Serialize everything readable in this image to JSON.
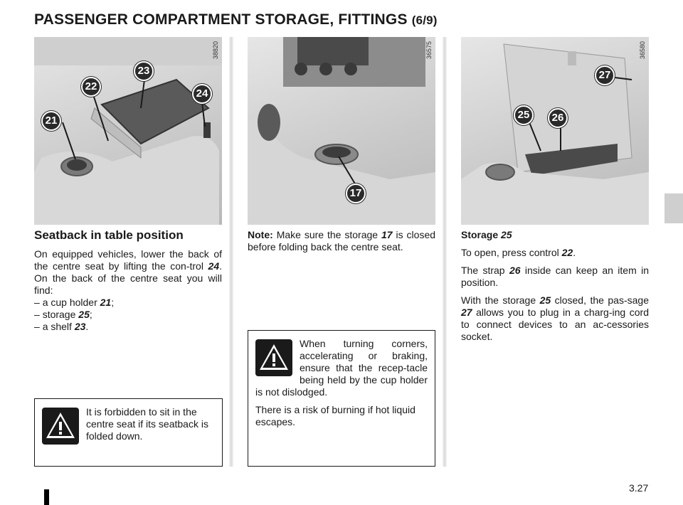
{
  "header": {
    "title": "PASSENGER COMPARTMENT STORAGE, FITTINGS",
    "title_suffix": "(6/9)"
  },
  "figures": [
    {
      "ref": "38820",
      "callouts": [
        "21",
        "22",
        "23",
        "24"
      ]
    },
    {
      "ref": "36575",
      "callouts": [
        "17"
      ]
    },
    {
      "ref": "36580",
      "callouts": [
        "25",
        "26",
        "27"
      ]
    }
  ],
  "left": {
    "heading": "Seatback in table position",
    "intro_a": "On equipped vehicles, lower the back of the centre seat by lifting the con-trol ",
    "intro_ref": "24",
    "intro_b": ". On the back of the centre seat you will find:",
    "items": [
      {
        "label": "a cup holder ",
        "ref": "21",
        "end": ";"
      },
      {
        "label": "storage ",
        "ref": "25",
        "end": ";"
      },
      {
        "label": "a shelf ",
        "ref": "23",
        "end": "."
      }
    ],
    "warning": "It is forbidden to sit in the centre seat if its seatback is folded down."
  },
  "middle": {
    "note_label": "Note:",
    "note_a": " Make sure the storage ",
    "note_ref": "17",
    "note_b": " is closed before folding back the centre seat.",
    "warning_1": "When turning corners, accelerating or braking, ensure that the recep-tacle being held by the cup holder is not dislodged.",
    "warning_2": "There is a risk of burning if hot liquid escapes."
  },
  "right": {
    "storage_label": "Storage ",
    "storage_ref": "25",
    "p1_a": "To open, press control ",
    "p1_ref": "22",
    "p1_b": ".",
    "p2_a": "The strap ",
    "p2_ref": "26",
    "p2_b": " inside can keep an item in position.",
    "p3_a": "With the storage ",
    "p3_ref": "25",
    "p3_b": " closed, the pas-sage ",
    "p3_ref2": "27",
    "p3_c": " allows you to plug in a charg-ing cord to connect devices to an ac-cessories socket."
  },
  "footer": {
    "page": "3.27"
  }
}
